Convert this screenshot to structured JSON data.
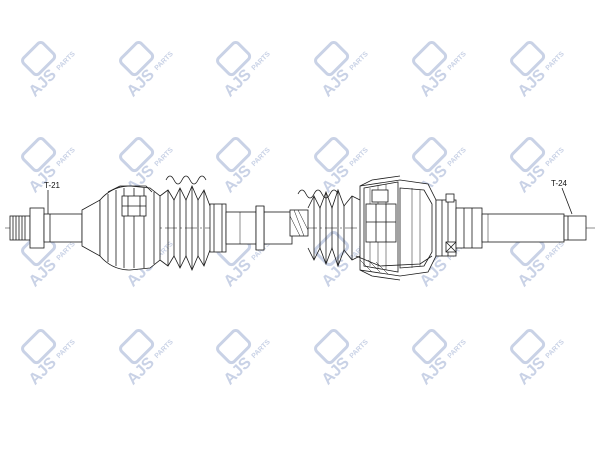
{
  "watermark": {
    "brand": "AJS",
    "suffix": "PARTS",
    "color": "#c9d2e6"
  },
  "diagram": {
    "line_color": "#1a1a1a",
    "labels": {
      "left_spline": "T-21",
      "right_spline": "T-24"
    }
  }
}
